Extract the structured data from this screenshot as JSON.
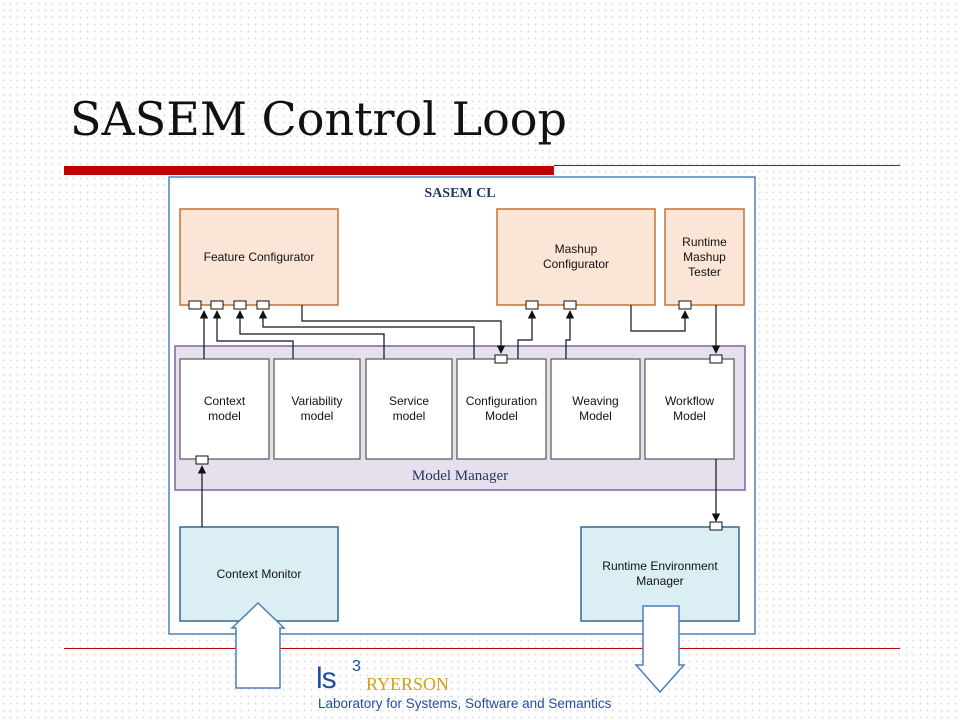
{
  "slide": {
    "title": "SASEM Control Loop"
  },
  "diagram": {
    "outer_title": "SASEM CL",
    "model_manager_label": "Model Manager",
    "components": {
      "feature_configurator": "Feature Configurator",
      "mashup_configurator": "Mashup\nConfigurator",
      "runtime_mashup_tester": "Runtime\nMashup\nTester",
      "context_monitor": "Context Monitor",
      "runtime_env_manager": "Runtime Environment\nManager"
    },
    "models": [
      "Context\nmodel",
      "Variability\nmodel",
      "Service\nmodel",
      "Configuration\nModel",
      "Weaving\nModel",
      "Workflow\nModel"
    ],
    "colors": {
      "outer_border": "#4f81bd",
      "configurator_fill": "#fbe5d6",
      "configurator_border": "#c0733a",
      "model_manager_fill": "#e6e0ec",
      "model_manager_border": "#8064a2",
      "model_box_fill": "#ffffff",
      "monitor_fill": "#dbeef4",
      "monitor_border": "#2e6b8a",
      "arrow_border": "#4a7ebb",
      "accent_red": "#c00000"
    }
  },
  "logo": {
    "mark": "ls",
    "superscript": "3",
    "name": "RYERSON",
    "subtitle": "Laboratory for Systems, Software and Semantics"
  }
}
